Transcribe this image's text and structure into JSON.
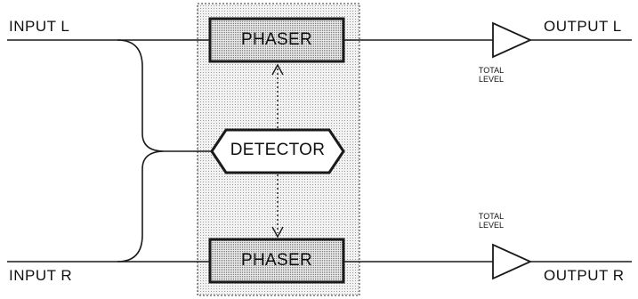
{
  "labels": {
    "input_l": "INPUT  L",
    "input_r": "INPUT  R",
    "output_l": "OUTPUT  L",
    "output_r": "OUTPUT  R",
    "phaser_top": "PHASER",
    "phaser_bottom": "PHASER",
    "detector": "DETECTOR",
    "total_level_top": [
      "TOTAL",
      "LEVEL"
    ],
    "total_level_bottom": [
      "TOTAL",
      "LEVEL"
    ]
  },
  "colors": {
    "line": "#1a1a1a",
    "box_fill": "#d6d6d6",
    "panel_fill": "#ececec",
    "background": "#ffffff"
  }
}
